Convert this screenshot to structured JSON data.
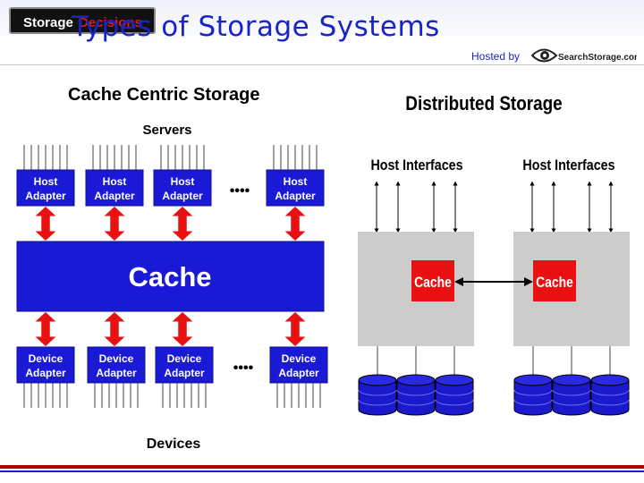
{
  "header": {
    "logo": {
      "word1": "Storage",
      "word2": "Decisions"
    },
    "title": "Types of Storage Systems",
    "hosted_by": "Hosted by",
    "sponsor": "SearchStorage.com"
  },
  "left_diagram": {
    "title": "Cache Centric Storage",
    "top_label": "Servers",
    "host_adapter": {
      "line1": "Host",
      "line2": "Adapter"
    },
    "cache_label": "Cache",
    "device_adapter": {
      "line1": "Device",
      "line2": "Adapter"
    },
    "ellipsis": "••••",
    "bottom_label": "Devices"
  },
  "right_diagram": {
    "title": "Distributed Storage",
    "host_interfaces_label": "Host Interfaces",
    "cache_label": "Cache"
  },
  "colors": {
    "title_blue": "#1a24c6",
    "adapter_blue": "#1a1ad6",
    "cache_red": "#e81010",
    "arrow_red": "#e81010",
    "node_grey": "#cccccc",
    "disk_blue": "#1a1acc",
    "footer_red": "#b00000"
  },
  "icons": [
    "eye-logo-icon",
    "double-arrow-icon",
    "disk-cylinder-icon"
  ]
}
